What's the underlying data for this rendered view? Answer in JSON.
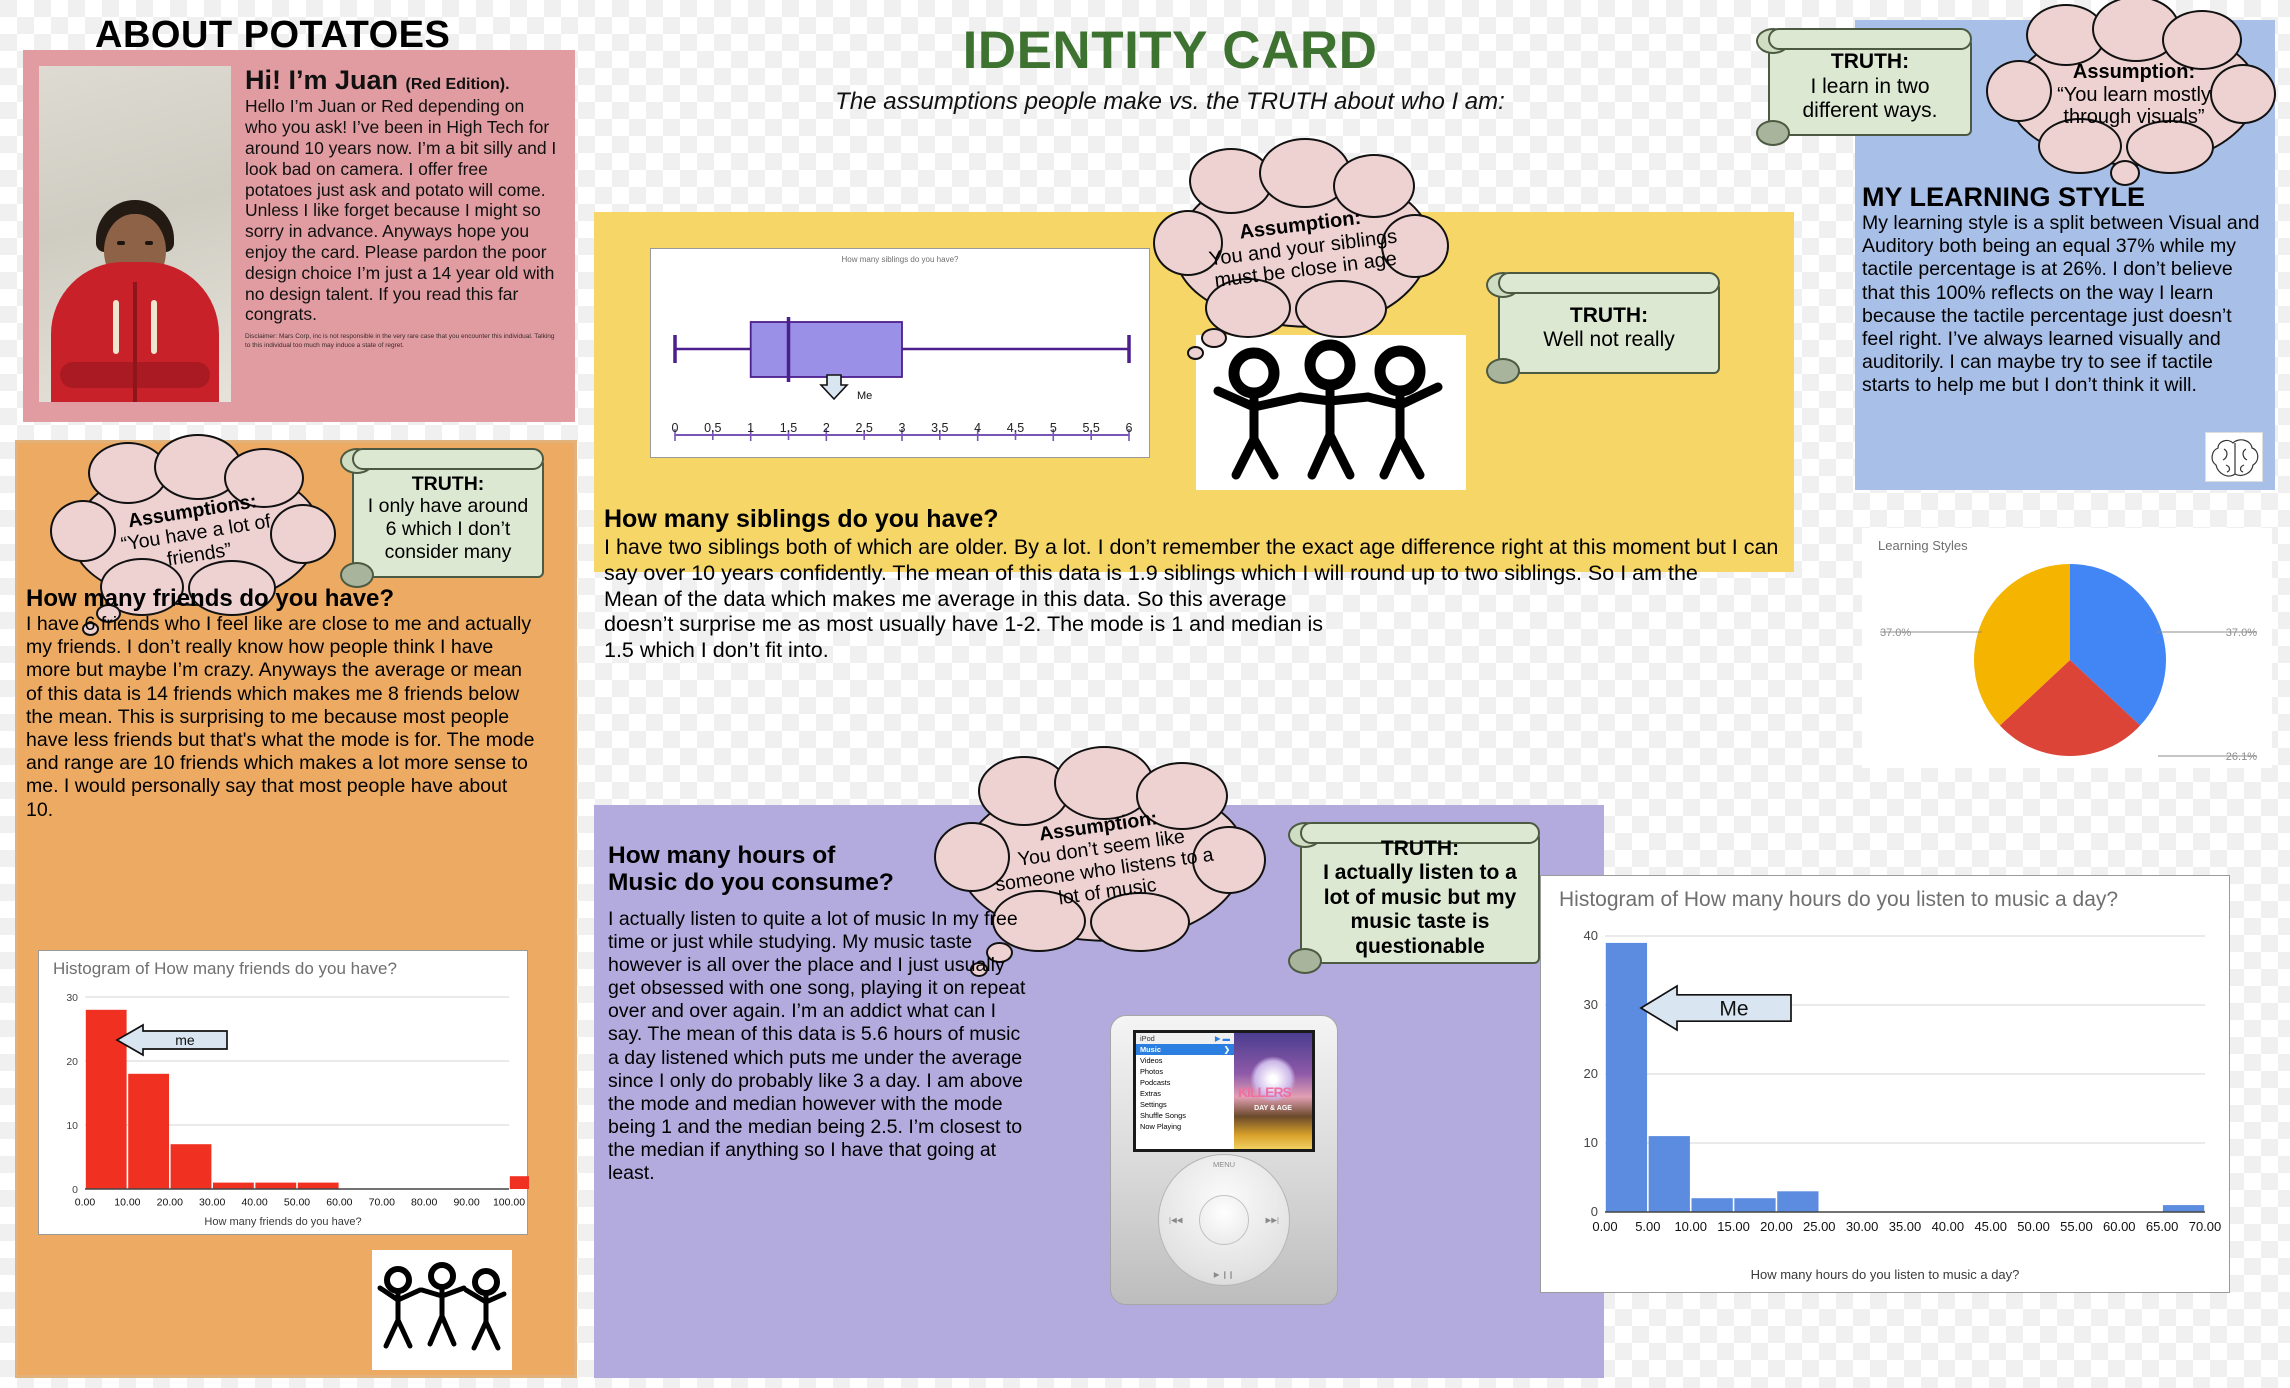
{
  "poster": {
    "about_title": "ABOUT POTATOES",
    "main_title": "IDENTITY CARD",
    "main_subtitle": "The assumptions people make vs. the TRUTH about who I am:"
  },
  "about": {
    "heading": "Hi! I’m Juan",
    "heading_small": "(Red Edition).",
    "body": "Hello I’m Juan or Red depending on who you ask! I’ve been in High Tech for around 10 years now. I’m a bit silly and I look bad on camera. I offer free potatoes just ask and potato will come. Unless I like forget because I might so sorry in advance. Anyways hope you enjoy the card. Please pardon the poor design choice I’m just a 14 year old with no design talent. If you read this far congrats.",
    "disclaimer": "Disclaimer: Mars Corp, inc is not responsible in the very rare case that you encounter this individual. Talking to this individual too much may induce a state of regret."
  },
  "friends": {
    "assumption_label": "Assumptions:",
    "assumption_text": "“You have a lot of friends”",
    "truth_label": "TRUTH:",
    "truth_text": "I only have around 6 which I don’t consider many",
    "question": "How many friends do you have?",
    "body": "I have 6 friends who I feel like are close to me and actually my friends. I don’t really know how people think I have more but maybe I’m crazy. Anyways the average or mean of this data is 14 friends which makes me 8 friends below the mean. This is surprising to me because most people have less friends but that's what the mode is for. The mode and range are 10 friends which makes a lot more sense to me. I would personally say that most people have about 10."
  },
  "siblings": {
    "assumption_label": "Assumption:",
    "assumption_text": "You and your siblings must be close in age",
    "truth_label": "TRUTH:",
    "truth_text": "Well not really",
    "question": "How many siblings do you have?",
    "body": "I have two siblings both of which are older. By a lot. I don’t remember the exact age difference right at this moment but I can say over 10 years confidently. The mean of this data is 1.9 siblings which I will round up to two siblings. So I am the\n Mean of the data which makes me average in this data. So this average\ndoesn’t surprise me as most usually have 1-2. The mode is 1 and median is\n1.5 which I don’t fit into."
  },
  "music": {
    "assumption_label": "Assumption:",
    "assumption_text": "You don’t seem like someone who listens to a lot of music",
    "truth_label": "TRUTH:",
    "truth_text": "I actually listen to a lot of music but my music taste is questionable",
    "question_line1": "How many hours of",
    "question_line2": "Music do you consume?",
    "body": "I actually listen to quite a lot of music In my free time or just while studying. My music taste however is all over the place and I just usually get obsessed with one song, playing it on repeat over and over again. I’m an addict what can I say. The mean of this data is 5.6 hours of music a day listened which puts me under the average since I only do probably like 3 a day. I am above the mode and median however with the mode being 1 and the median being 2.5. I’m closest to the median if anything so I have that going at least."
  },
  "learning": {
    "assumption_label": "Assumption:",
    "assumption_text": "“You learn mostly through visuals”",
    "truth_label": "TRUTH:",
    "truth_text": "I learn in two different ways.",
    "title": "MY LEARNING STYLE",
    "body": "My learning style is a split between Visual and Auditory both being an equal 37% while my tactile percentage is at 26%. I don’t believe that this 100% reflects on the way I learn because the tactile percentage just doesn’t feel right. I’ve always learned visually and auditorily. I can maybe try to see if tactile starts to help me but I don’t think it will."
  },
  "ipod": {
    "header": "iPod",
    "menu": [
      "Music",
      "Videos",
      "Photos",
      "Podcasts",
      "Extras",
      "Settings",
      "Shuffle Songs",
      "Now Playing"
    ],
    "album_artist": "KILLERS",
    "album_title": "DAY & AGE",
    "wheel_menu": "MENU"
  },
  "chart_data": [
    {
      "type": "box",
      "title": "How many siblings do you have?",
      "xlabel": "",
      "xlim": [
        0,
        6
      ],
      "ticks": [
        "0",
        "0.5",
        "1",
        "1.5",
        "2",
        "2.5",
        "3",
        "3.5",
        "4",
        "4.5",
        "5",
        "5.5",
        "6"
      ],
      "min": 0,
      "q1": 1,
      "median": 1.5,
      "q3": 3,
      "max": 6,
      "annotation": "Me",
      "annotation_value": 2.1,
      "box_color": "#9a90e8",
      "line_color": "#4b1f8c"
    },
    {
      "type": "bar",
      "title": "Histogram of How many friends do you have?",
      "xlabel": "How many friends do you have?",
      "ylabel": "",
      "categories": [
        "0.00",
        "10.00",
        "20.00",
        "30.00",
        "40.00",
        "50.00",
        "60.00",
        "70.00",
        "80.00",
        "90.00",
        "100.00"
      ],
      "values": [
        28,
        18,
        7,
        1,
        1,
        1,
        0,
        0,
        0,
        0,
        2
      ],
      "ylim": [
        0,
        30
      ],
      "yticks": [
        "0",
        "10",
        "20",
        "30"
      ],
      "bar_color": "#f03020",
      "annotation": "me"
    },
    {
      "type": "pie",
      "title": "Learning Styles",
      "labels": [
        "37.0%",
        "26.1%",
        "37.0%"
      ],
      "values": [
        37.0,
        26.1,
        37.0
      ],
      "colors": [
        "#4285f4",
        "#db4437",
        "#f4b400"
      ]
    },
    {
      "type": "bar",
      "title": "Histogram of How many hours do you listen to music a day?",
      "xlabel": "How many hours do you listen to music a day?",
      "ylabel": "",
      "categories": [
        "0.00",
        "5.00",
        "10.00",
        "15.00",
        "20.00",
        "25.00",
        "30.00",
        "35.00",
        "40.00",
        "45.00",
        "50.00",
        "55.00",
        "60.00",
        "65.00",
        "70.00"
      ],
      "values": [
        39,
        11,
        2,
        2,
        3,
        0,
        0,
        0,
        0,
        0,
        0,
        0,
        0,
        1
      ],
      "ylim": [
        0,
        40
      ],
      "yticks": [
        "0",
        "10",
        "20",
        "30",
        "40"
      ],
      "bar_color": "#5b8cdf",
      "annotation": "Me"
    }
  ]
}
